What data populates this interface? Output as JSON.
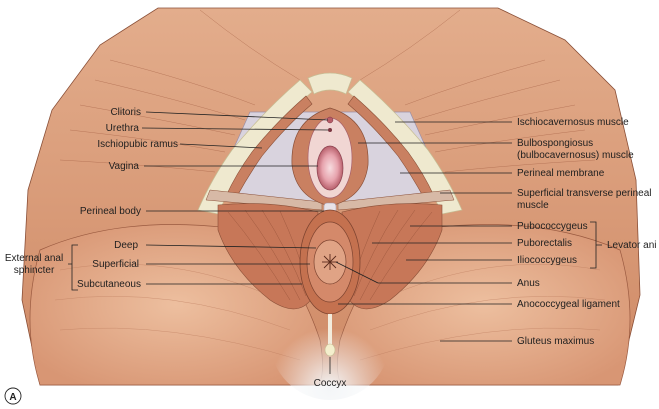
{
  "figure": {
    "panel_letter": "A",
    "labels_left": {
      "clitoris": "Clitoris",
      "urethra": "Urethra",
      "ischiopubic_ramus": "Ischiopubic ramus",
      "vagina": "Vagina",
      "perineal_body": "Perineal body",
      "deep": "Deep",
      "superficial": "Superficial",
      "subcutaneous": "Subcutaneous"
    },
    "group_left": {
      "line1": "External anal",
      "line2": "sphincter"
    },
    "labels_right": {
      "ischiocavernosus": "Ischiocavernosus muscle",
      "bulbospongiosus_1": "Bulbospongiosus",
      "bulbospongiosus_2": "(bulbocavernosus) muscle",
      "perineal_membrane": "Perineal membrane",
      "superficial_transverse_1": "Superficial transverse perineal",
      "superficial_transverse_2": "muscle",
      "pubococcygeus": "Pubococcygeus",
      "puborectalis": "Puborectalis",
      "iliococcygeus": "Iliococcygeus",
      "anus": "Anus",
      "anococcygeal_ligament": "Anococcygeal ligament",
      "gluteus_maximus": "Gluteus maximus"
    },
    "group_right": "Levator ani",
    "label_bottom": {
      "coccyx": "Coccyx"
    }
  },
  "colors": {
    "muscle": "#d89a78",
    "muscle_dark": "#b96d4f",
    "membrane": "#d9d3de",
    "fascia": "#efe9cf",
    "mucosa": "#e7a3ad",
    "background": "#ffffff"
  }
}
